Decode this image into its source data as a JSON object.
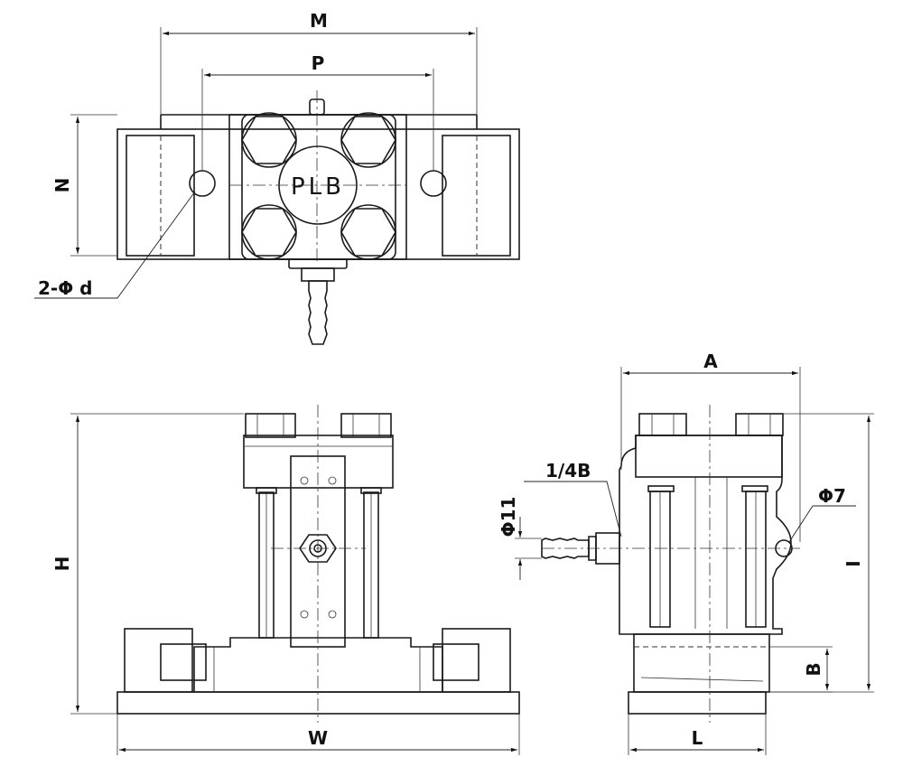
{
  "diagram": {
    "top_view": {
      "badge": "PLB",
      "dims": {
        "M": "M",
        "P": "P",
        "N": "N",
        "holes": "2-Φ d"
      }
    },
    "front_view": {
      "dims": {
        "H": "H",
        "W": "W"
      }
    },
    "side_view": {
      "dims": {
        "A": "A",
        "I": "I",
        "B": "B",
        "L": "L",
        "port": "1/4B",
        "hose": "Φ11",
        "hole": "Φ7"
      }
    }
  }
}
